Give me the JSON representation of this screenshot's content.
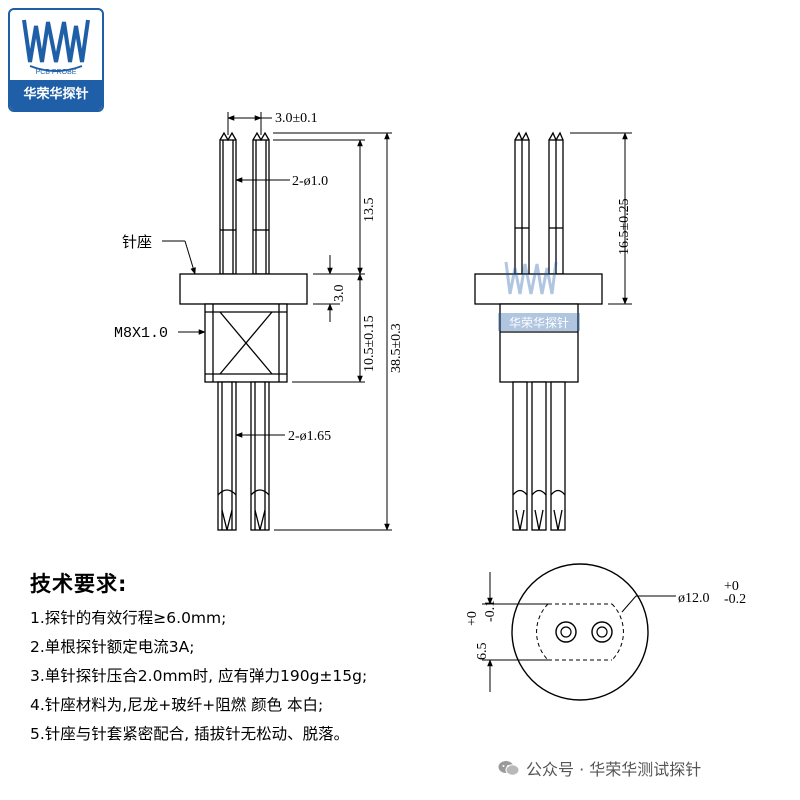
{
  "logo": {
    "mark_text": "PCB PROBE",
    "company": "华荣华探针",
    "colors": {
      "brand": "#1f5fa8"
    }
  },
  "drawing": {
    "labels": {
      "seat": "针座",
      "thread": "M8X1.0"
    },
    "dims": {
      "pitch": "3.0±0.1",
      "upper_pin_dia": "2-ø1.0",
      "upper_length": "13.5",
      "seat_thickness": "3.0",
      "lower_length": "10.5±0.15",
      "total_length": "38.5±0.3",
      "lower_pin_dia": "2-ø1.65",
      "side_height": "16.5±0.25",
      "outer_dia": "ø12.0",
      "outer_dia_tol_upper": "+0",
      "outer_dia_tol_lower": "-0.2",
      "flat_dist": "6.5",
      "flat_dist_tol_upper": "+0",
      "flat_dist_tol_lower": "-0.1"
    },
    "watermark_text": "华荣华探针"
  },
  "tech": {
    "title": "技术要求:",
    "items": [
      "1.探针的有效行程≥6.0mm;",
      "2.单根探针额定电流3A;",
      "3.单针探针压合2.0mm时, 应有弹力190g±15g;",
      "4.针座材料为,尼龙+玻纤+阻燃 颜色 本白;",
      "5.针座与针套紧密配合, 插拔针无松动、脱落。"
    ]
  },
  "watermark": {
    "text": "公众号 · 华荣华测试探针",
    "icon": "wechat-icon"
  }
}
